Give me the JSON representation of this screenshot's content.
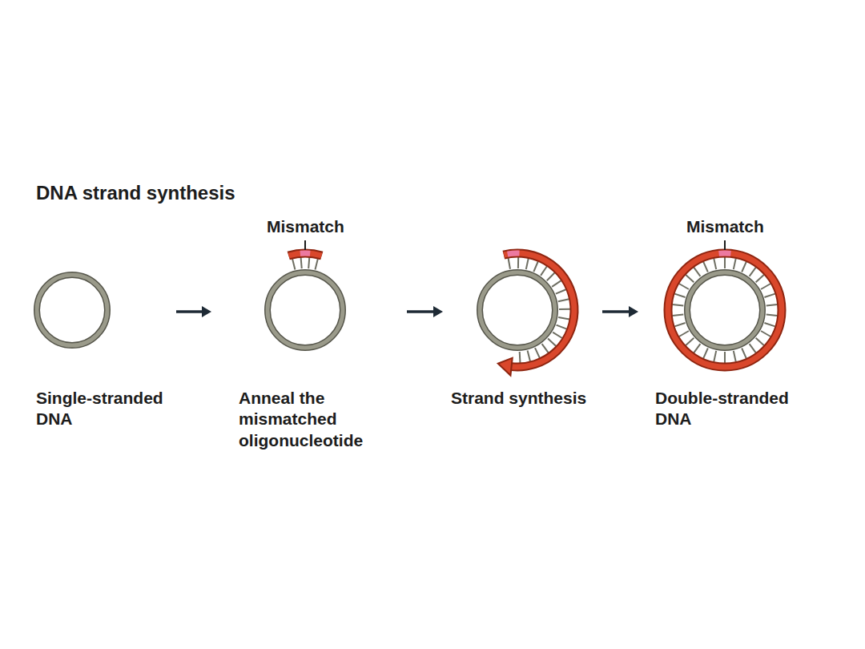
{
  "diagram": {
    "title": "DNA strand synthesis",
    "labels": [
      "Mismatch",
      "Mismatch",
      "Single-stranded DNA",
      "Anneal the mismatched oligonucleotide",
      "Strand synthesis",
      "Double-stranded DNA"
    ]
  }
}
